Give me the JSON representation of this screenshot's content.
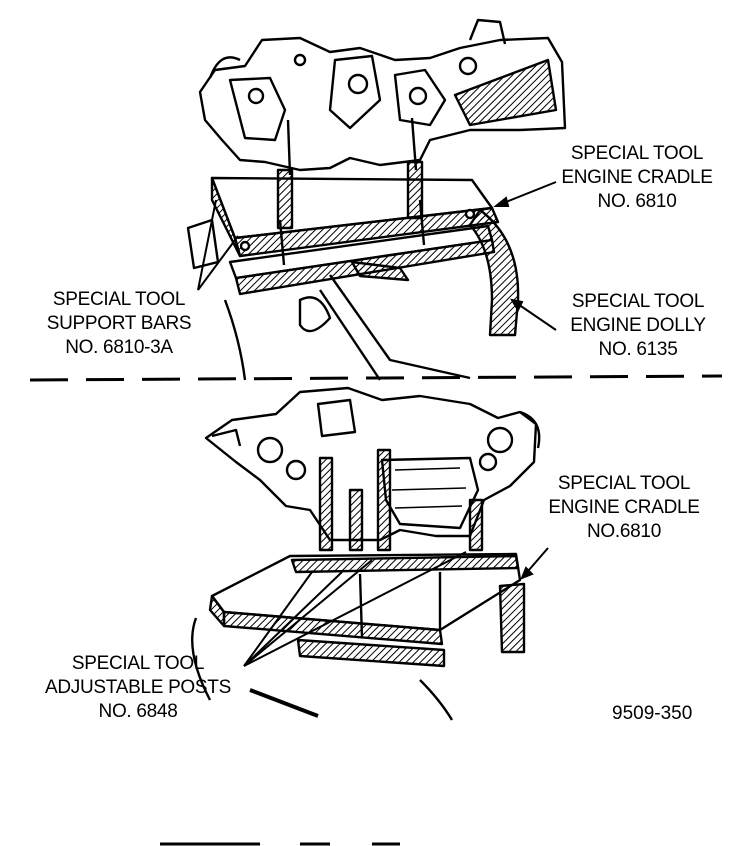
{
  "callouts": {
    "cradle_top": [
      "SPECIAL TOOL",
      "ENGINE CRADLE",
      "NO. 6810"
    ],
    "support_bars": [
      "SPECIAL TOOL",
      "SUPPORT BARS",
      "NO. 6810-3A"
    ],
    "dolly": [
      "SPECIAL TOOL",
      "ENGINE DOLLY",
      "NO. 6135"
    ],
    "cradle_bottom": [
      "SPECIAL TOOL",
      "ENGINE CRADLE",
      "NO.6810"
    ],
    "adjustable_posts": [
      "SPECIAL TOOL",
      "ADJUSTABLE POSTS",
      "NO. 6848"
    ]
  },
  "figure_number": "9509-350",
  "colors": {
    "ink": "#000000",
    "paper": "#ffffff"
  }
}
